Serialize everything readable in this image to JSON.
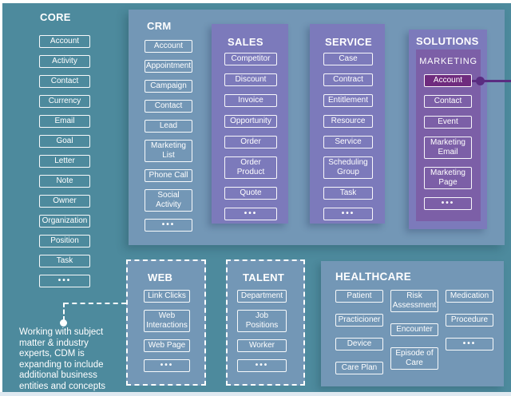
{
  "colors": {
    "background_teal": "#4D8A9D",
    "group_blue": "#7397B6",
    "group_purple": "#7C7ABB",
    "marketing_purple": "#7C5FA7",
    "highlight_magenta": "#6F2B7E",
    "connector_purple": "#5A2D81",
    "text_white": "#FFFFFF"
  },
  "core": {
    "title": "CORE",
    "items": [
      "Account",
      "Activity",
      "Contact",
      "Currency",
      "Email",
      "Goal",
      "Letter",
      "Note",
      "Owner",
      "Organization",
      "Position",
      "Task",
      "•••"
    ]
  },
  "crm": {
    "title": "CRM",
    "items": [
      "Account",
      "Appointment",
      "Campaign",
      "Contact",
      "Lead",
      "Marketing List",
      "Phone Call",
      "Social Activity",
      "•••"
    ]
  },
  "sales": {
    "title": "SALES",
    "items": [
      "Competitor",
      "Discount",
      "Invoice",
      "Opportunity",
      "Order",
      "Order Product",
      "Quote",
      "•••"
    ]
  },
  "service": {
    "title": "SERVICE",
    "items": [
      "Case",
      "Contract",
      "Entitlement",
      "Resource",
      "Service",
      "Scheduling Group",
      "Task",
      "•••"
    ]
  },
  "solutions": {
    "title": "SOLUTIONS"
  },
  "marketing": {
    "title": "MARKETING",
    "highlighted_item": "Account",
    "items": [
      "Account",
      "Contact",
      "Event",
      "Marketing Email",
      "Marketing Page",
      "•••"
    ]
  },
  "web": {
    "title": "WEB",
    "items": [
      "Link Clicks",
      "Web Interactions",
      "Web Page",
      "•••"
    ]
  },
  "talent": {
    "title": "TALENT",
    "items": [
      "Department",
      "Job Positions",
      "Worker",
      "•••"
    ]
  },
  "healthcare": {
    "title": "HEALTHCARE",
    "columns": [
      [
        "Patient",
        "Practicioner",
        "Device",
        "Care Plan"
      ],
      [
        "Risk Assessment",
        "Encounter",
        "Episode of Care"
      ],
      [
        "Medication",
        "Procedure",
        "•••"
      ]
    ]
  },
  "note": "Working with subject matter & industry experts, CDM is expanding to include additional business entities and concepts"
}
